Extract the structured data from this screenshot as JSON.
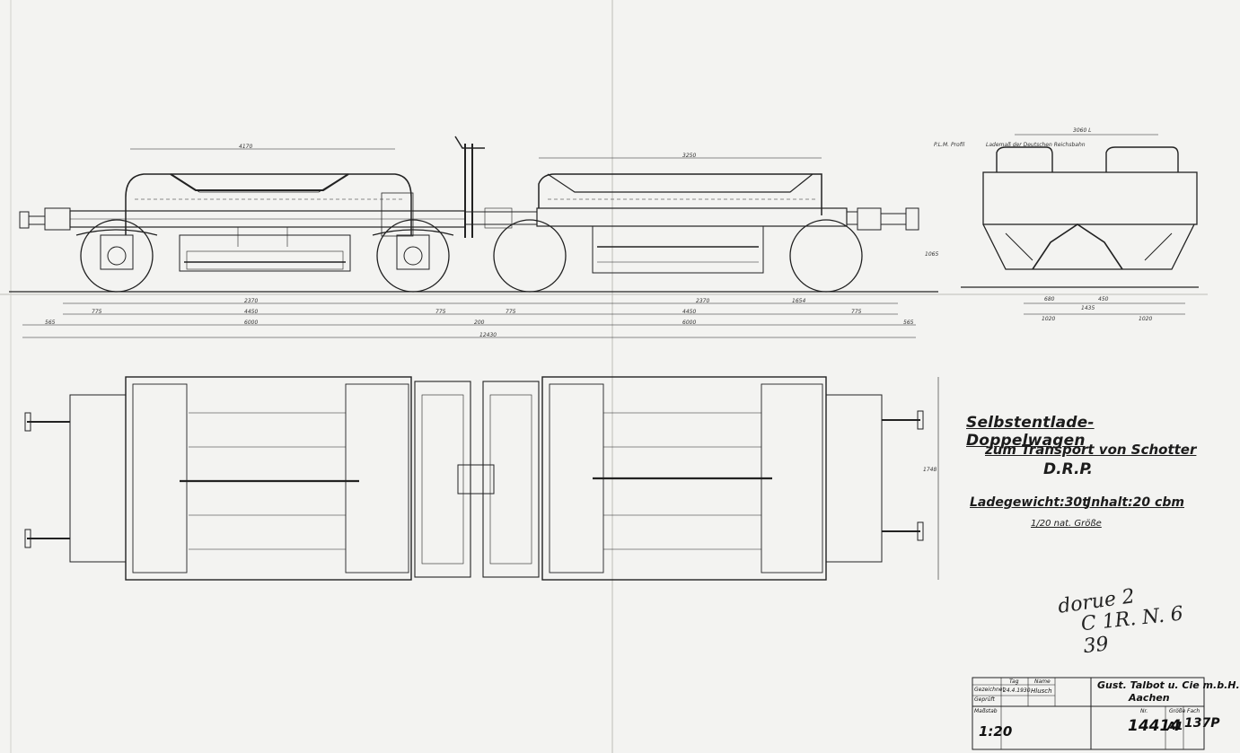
{
  "title": {
    "main": "Selbstentlade-Doppelwagen",
    "sub": "zum Transport von Schotter",
    "patent": "D.R.P.",
    "load": "Ladegewicht:30t",
    "volume": "Jnhalt:20 cbm",
    "scale_note": "1/20 nat. Größe"
  },
  "annotation": {
    "line1": "dorue 2",
    "line2": "C 1R. N. 6 39"
  },
  "titleblock": {
    "col_tag": "Tag",
    "col_name": "Name",
    "row_drawn": "Gezeichnet",
    "row_checked": "Geprüft",
    "date": "24.4.1930",
    "drawer": "Hlusch",
    "company": "Gust. Talbot u. Cie m.b.H.",
    "city": "Aachen",
    "scale_label": "Maßstab",
    "scale": "1:20",
    "no_label": "Nr.",
    "size_label": "Größe",
    "sheet_label": "Fach",
    "number": "14414",
    "size": "A1",
    "sheet": "137P"
  },
  "dimensions": {
    "top_4170": "4170",
    "top_3250": "3250",
    "row1_2370a": "2370",
    "row1_2370b": "2370",
    "row1_1654": "1654",
    "row2_775a": "775",
    "row2_4450a": "4450",
    "row2_775b": "775",
    "row2_775c": "775",
    "row2_4450b": "4450",
    "row2_775d": "775",
    "row3_565a": "565",
    "row3_6000a": "6000",
    "row3_200": "200",
    "row3_6000b": "6000",
    "row3_565b": "565",
    "row4_12430": "12430",
    "end_3060": "3060 L",
    "end_1020a": "1020",
    "end_1020b": "1020",
    "end_1435": "1435",
    "end_680": "680",
    "end_450": "450",
    "profile_label": "P.L.M. Profil",
    "load_profile_label": "Lademaß der Deutschen Reichsbahn",
    "plan_width": "1748",
    "side_height": "1065"
  }
}
